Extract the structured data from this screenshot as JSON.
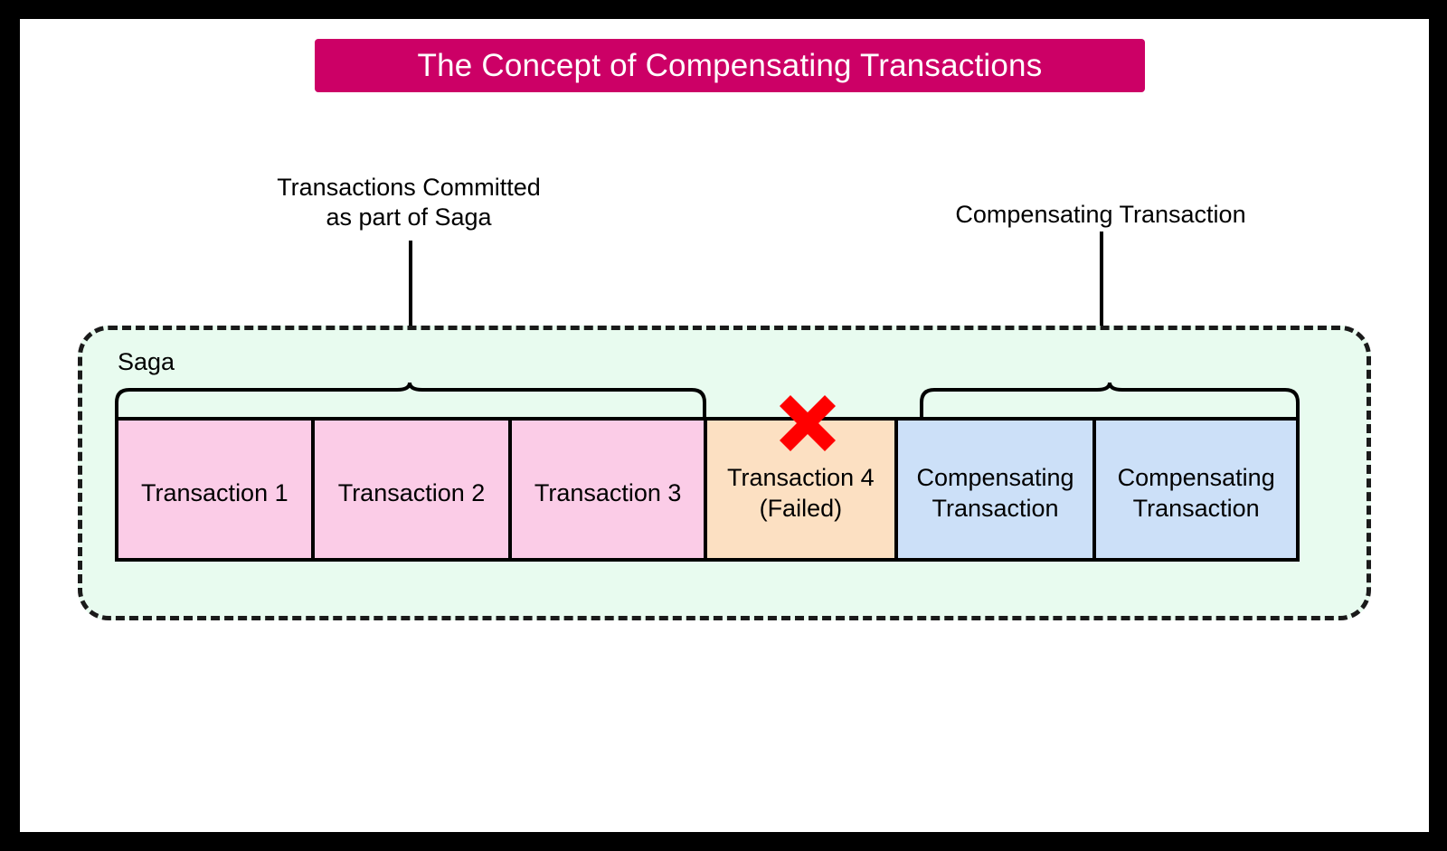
{
  "title": {
    "text": "The Concept of Compensating Transactions",
    "background_color": "#CC0066",
    "text_color": "#FFFFFF"
  },
  "annotations": {
    "left": "Transactions Committed\nas part of Saga",
    "right": "Compensating Transaction"
  },
  "saga": {
    "label": "Saga",
    "background_color": "#E8FBEF",
    "border_style": "dashed"
  },
  "transactions": [
    {
      "label": "Transaction 1",
      "state": "committed",
      "color": "#FBCCE7"
    },
    {
      "label": "Transaction 2",
      "state": "committed",
      "color": "#FBCCE7"
    },
    {
      "label": "Transaction 3",
      "state": "committed",
      "color": "#FBCCE7"
    },
    {
      "label": "Transaction 4\n(Failed)",
      "state": "failed",
      "color": "#FCE0C2"
    },
    {
      "label": "Compensating\nTransaction",
      "state": "compensating",
      "color": "#CCE0F8"
    },
    {
      "label": "Compensating\nTransaction",
      "state": "compensating",
      "color": "#CCE0F8"
    }
  ],
  "markers": {
    "failure_x_color": "#FF0000",
    "failure_x_name": "failure-cross-icon"
  }
}
